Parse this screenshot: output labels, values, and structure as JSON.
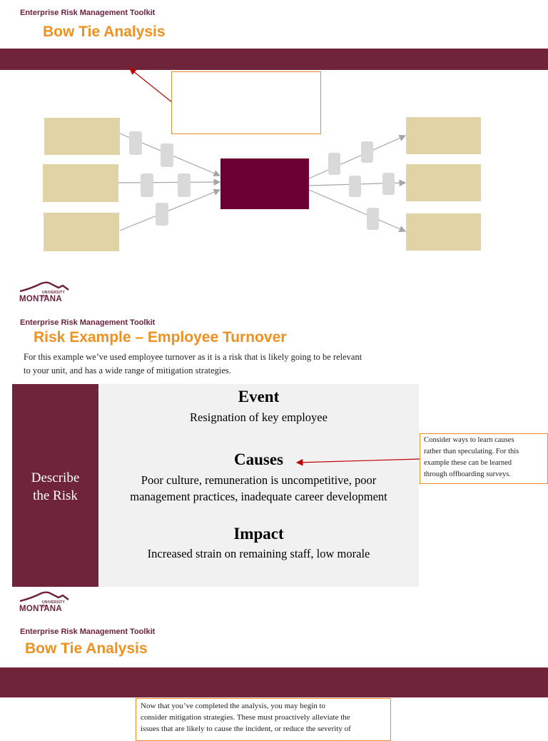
{
  "slide1": {
    "toolkit": "Enterprise Risk Management Toolkit",
    "title": "Bow Tie Analysis"
  },
  "logo": {
    "small_text": "UNIVERSITY OF",
    "big_text": "MONTANA"
  },
  "slide2": {
    "toolkit": "Enterprise Risk Management Toolkit",
    "title": "Risk Example – Employee Turnover",
    "intro_line1": "For this example we’ve used employee turnover as it is a risk that is likely going to be relevant",
    "intro_line2": "to your unit, and has a wide range of mitigation strategies.",
    "side_label_line1": "Describe",
    "side_label_line2": "the Risk",
    "event_heading": "Event",
    "event_text": "Resignation of key employee",
    "causes_heading": "Causes",
    "causes_line1": "Poor culture, remuneration is uncompetitive, poor",
    "causes_line2": "management practices, inadequate career development",
    "impact_heading": "Impact",
    "impact_text": "Increased strain on remaining staff, low morale",
    "note_line1": "Consider ways to learn causes",
    "note_line2": "rather than speculating. For this",
    "note_line3": "example these can be learned",
    "note_line4": "through offboarding surveys."
  },
  "slide3": {
    "toolkit": "Enterprise Risk Management Toolkit",
    "title": "Bow Tie Analysis",
    "note_line1": "Now that you’ve completed the analysis, you may begin to",
    "note_line2": "consider mitigation strategies. These must proactively alleviate the",
    "note_line3": "issues that are likely to cause the incident, or reduce the severity of"
  },
  "colors": {
    "maroon": "#6f2439",
    "center_box": "#6b0033",
    "orange": "#f0901e",
    "tan": "#e0d3a6",
    "grey": "#d9d9d9"
  }
}
